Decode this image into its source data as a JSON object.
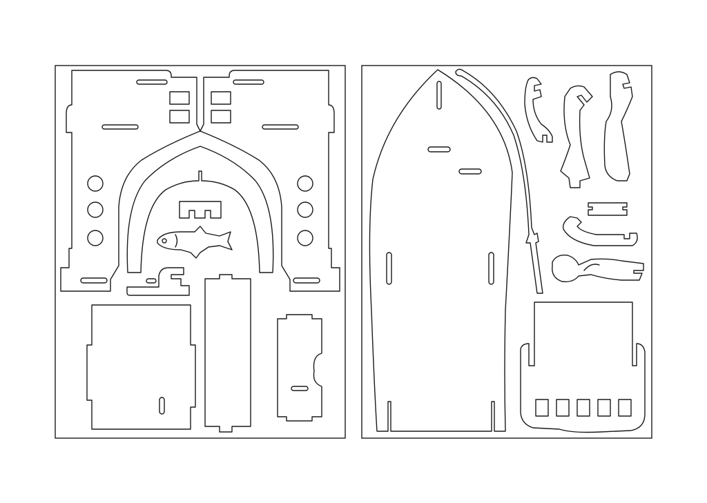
{
  "colors": {
    "background": "#ffffff",
    "cut_line": "#1a1a1a"
  },
  "sheets": [
    {
      "name": "left-sheet",
      "parts": [
        "left-side-panel",
        "right-side-panel",
        "arch-piece",
        "fish-piece",
        "clip-piece",
        "hook-piece",
        "tall-notched-panel",
        "small-notched-panel",
        "square-panel"
      ]
    },
    {
      "name": "right-sheet",
      "parts": [
        "boat-hull",
        "fishing-rod",
        "figure-leg-left",
        "figure-leg-mid",
        "figure-leg-right",
        "small-connector",
        "curved-hook",
        "figure-body",
        "seat-frame"
      ]
    }
  ]
}
